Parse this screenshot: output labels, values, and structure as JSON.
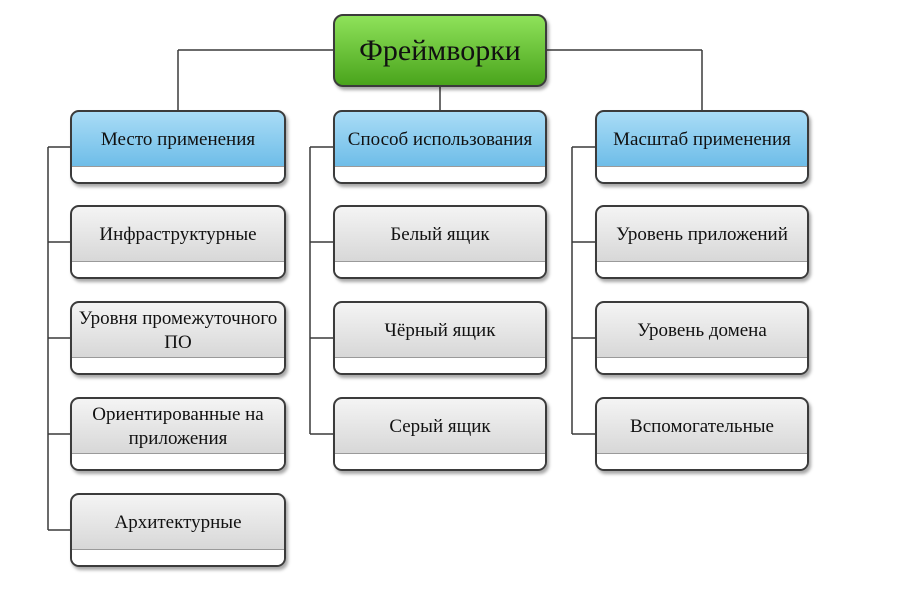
{
  "colors": {
    "root_fill_top": "#8fe25a",
    "root_fill_bottom": "#4aa41c",
    "category_fill_top": "#a9dcf6",
    "category_fill_bottom": "#5db4e4",
    "item_fill_top": "#f4f4f4",
    "item_fill_bottom": "#cfcfcf",
    "connector": "#3a3a3a"
  },
  "root": {
    "label": "Фреймворки"
  },
  "columns": [
    {
      "category": "Место применения",
      "items": [
        "Инфраструктурные",
        "Уровня промежуточного ПО",
        "Ориентированные на приложения",
        "Архитектурные"
      ]
    },
    {
      "category": "Способ использования",
      "items": [
        "Белый ящик",
        "Чёрный ящик",
        "Серый ящик"
      ]
    },
    {
      "category": "Масштаб применения",
      "items": [
        "Уровень приложений",
        "Уровень домена",
        "Вспомогательные"
      ]
    }
  ]
}
